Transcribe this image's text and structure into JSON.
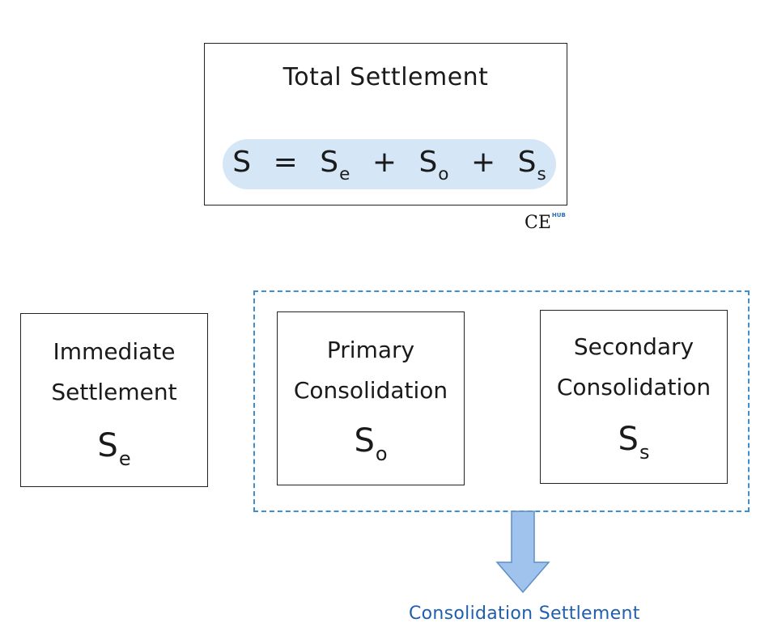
{
  "total": {
    "title": "Total Settlement",
    "formula": {
      "lhs": "S",
      "equals": "=",
      "plus": "+",
      "terms": [
        {
          "base": "S",
          "sub": "e"
        },
        {
          "base": "S",
          "sub": "o"
        },
        {
          "base": "S",
          "sub": "s"
        }
      ]
    }
  },
  "watermark": {
    "main": "CE",
    "sup": "HUB"
  },
  "components": {
    "immediate": {
      "line1": "Immediate",
      "line2": "Settlement",
      "symbol_base": "S",
      "symbol_sub": "e"
    },
    "primary": {
      "line1": "Primary",
      "line2": "Consolidation",
      "symbol_base": "S",
      "symbol_sub": "o"
    },
    "secondary": {
      "line1": "Secondary",
      "line2": "Consolidation",
      "symbol_base": "S",
      "symbol_sub": "s"
    }
  },
  "consolidation": {
    "caption": "Consolidation Settlement"
  },
  "colors": {
    "pill": "#d5e6f7",
    "dashed_border": "#3d8fd0",
    "arrow_fill": "#9fc3ec",
    "arrow_stroke": "#5f8fc4",
    "caption": "#1f5fae"
  }
}
